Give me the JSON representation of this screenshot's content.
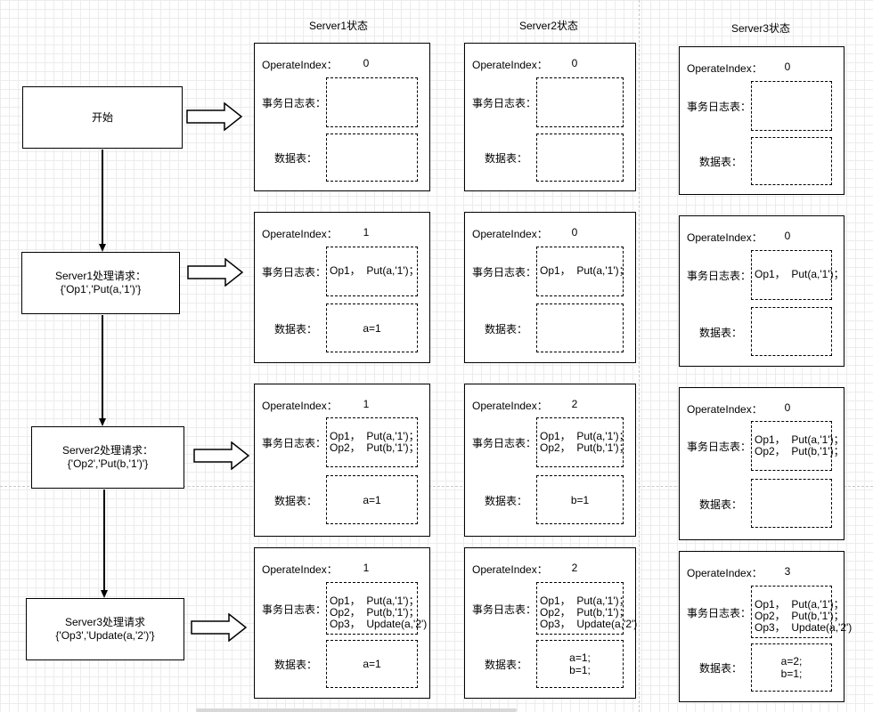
{
  "columns": [
    "Server1状态",
    "Server2状态",
    "Server3状态"
  ],
  "labels": {
    "operate_index": "OperateIndex：",
    "log_table": "事务日志表：",
    "data_table": "数据表："
  },
  "flow": [
    "开始",
    "Server1处理请求：\n{'Op1','Put(a,'1')'}",
    "Server2处理请求：\n{'Op2','Put(b,'1')'}",
    "Server3处理请求\n{'Op3','Update(a,'2')'}"
  ],
  "rows": [
    [
      {
        "index": "0",
        "log": "",
        "data": ""
      },
      {
        "index": "0",
        "log": "",
        "data": ""
      },
      {
        "index": "0",
        "log": "",
        "data": ""
      }
    ],
    [
      {
        "index": "1",
        "log": "Op1，  Put(a,'1')；",
        "data": "a=1"
      },
      {
        "index": "0",
        "log": "Op1，  Put(a,'1')；",
        "data": ""
      },
      {
        "index": "0",
        "log": "Op1，  Put(a,'1')；",
        "data": ""
      }
    ],
    [
      {
        "index": "1",
        "log": "Op1，  Put(a,'1')；\nOp2，  Put(b,'1')；",
        "data": "a=1"
      },
      {
        "index": "2",
        "log": "Op1，  Put(a,'1')；\nOp2，  Put(b,'1')；",
        "data": "b=1"
      },
      {
        "index": "0",
        "log": "Op1，  Put(a,'1')；\nOp2，  Put(b,'1')；",
        "data": ""
      }
    ],
    [
      {
        "index": "1",
        "log": "Op1，  Put(a,'1')；\nOp2，  Put(b,'1')；\nOp3，  Update(a,'2')",
        "data": "a=1"
      },
      {
        "index": "2",
        "log": "Op1，  Put(a,'1')；\nOp2，  Put(b,'1')；\nOp3，  Update(a,'2')",
        "data": "a=1;\nb=1;"
      },
      {
        "index": "3",
        "log": "Op1，  Put(a,'1')；\nOp2，  Put(b,'1')；\nOp3，  Update(a,'2')",
        "data": "a=2;\nb=1;"
      }
    ]
  ]
}
